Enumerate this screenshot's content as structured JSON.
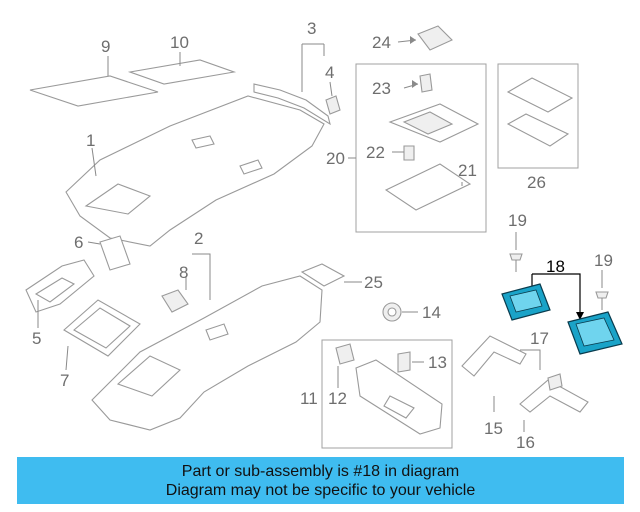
{
  "callouts": {
    "c1": "1",
    "c2": "2",
    "c3": "3",
    "c4": "4",
    "c5": "5",
    "c6": "6",
    "c7": "7",
    "c8": "8",
    "c9": "9",
    "c10": "10",
    "c11": "11",
    "c12": "12",
    "c13": "13",
    "c14": "14",
    "c15": "15",
    "c16": "16",
    "c17": "17",
    "c18": "18",
    "c19a": "19",
    "c19b": "19",
    "c20": "20",
    "c21": "21",
    "c22": "22",
    "c23": "23",
    "c24": "24",
    "c25": "25",
    "c26": "26"
  },
  "highlight": {
    "part_number": "18",
    "color": "#1aa3c8"
  },
  "banner": {
    "line1": "Part or sub-assembly is #18 in diagram",
    "line2": "Diagram may not be specific to your vehicle",
    "color": "#3fbcf0"
  }
}
